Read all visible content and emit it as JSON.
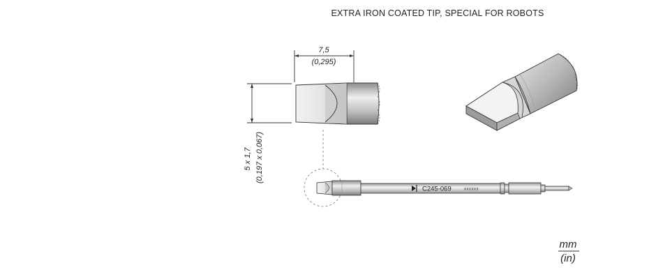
{
  "title": "EXTRA IRON COATED TIP, SPECIAL FOR ROBOTS",
  "dimensions": {
    "width_mm": "7,5",
    "width_in": "(0,295)",
    "blade_mm": "5 x 1,7",
    "blade_in": "(0,197 x 0,067)"
  },
  "part": {
    "code": "C245-069",
    "serial_placeholder": "xxxxxx"
  },
  "units": {
    "primary": "mm",
    "secondary": "(in)"
  },
  "colors": {
    "metal_light": "#f4f4f4",
    "metal_mid": "#c9c9c9",
    "metal_dark": "#8e8e8e",
    "outline": "#333333"
  }
}
